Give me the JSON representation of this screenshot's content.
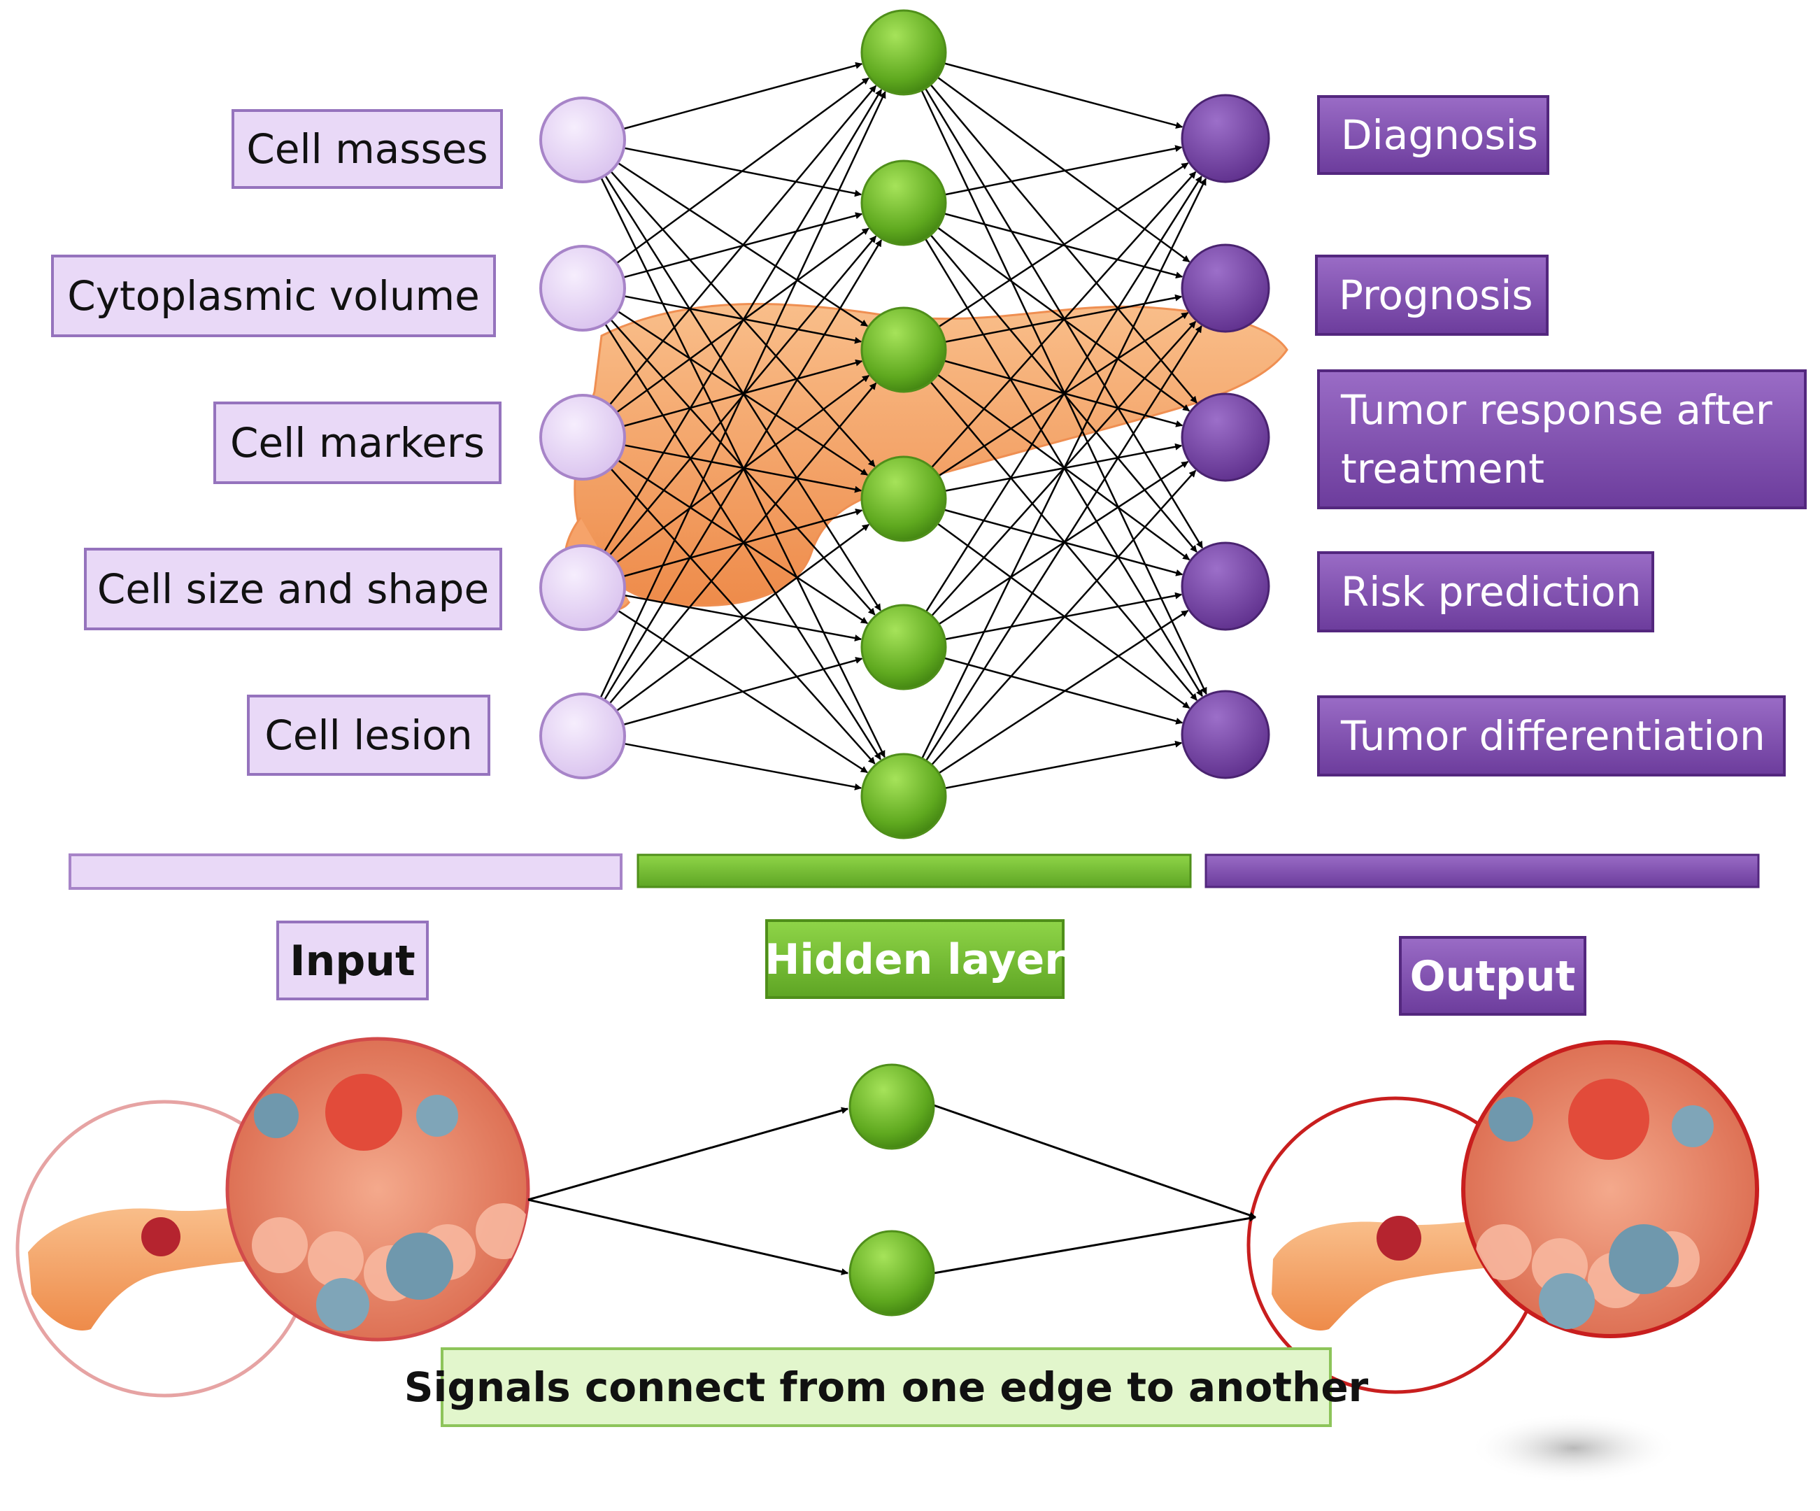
{
  "inputs": {
    "features": [
      "Cell masses",
      "Cytoplasmic volume",
      "Cell markers",
      "Cell size and shape",
      "Cell lesion"
    ],
    "color": "#e6d4f5"
  },
  "outputs": {
    "results": [
      "Diagnosis",
      "Prognosis",
      "Tumor response after treatment",
      "Risk prediction",
      "Tumor differentiation"
    ],
    "result_lines": [
      [
        "Diagnosis"
      ],
      [
        "Prognosis"
      ],
      [
        "Tumor response after",
        "treatment"
      ],
      [
        "Risk prediction"
      ],
      [
        "Tumor differentiation"
      ]
    ],
    "color": "#7a4aa8"
  },
  "hidden": {
    "node_count": 6,
    "color": "#6ab527"
  },
  "legend": {
    "input": "Input",
    "hidden": "Hidden layer",
    "output": "Output"
  },
  "caption": "Signals connect from one edge to another",
  "colors": {
    "input_fill": "#e6d4f5",
    "input_stroke": "#a784c8",
    "hidden_fill": "#6ab527",
    "output_fill": "#7a4aa8",
    "pancreas": "#f6a36a",
    "caption_bg": "#e4f7cf",
    "tumor_ring": "#cc1c1c"
  }
}
